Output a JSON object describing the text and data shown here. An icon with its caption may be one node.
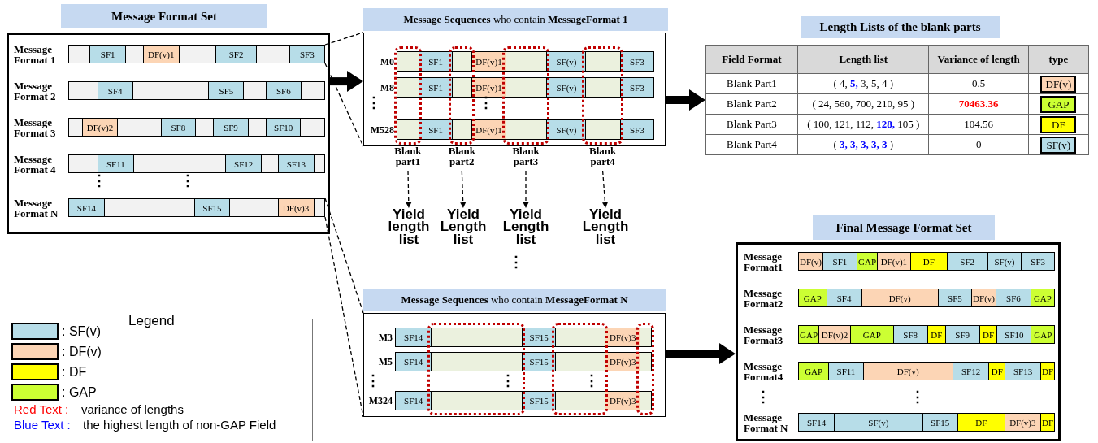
{
  "diagram": {
    "nodes": [
      {
        "text": [
          "Message Format Set"
        ]
      },
      {
        "text": [],
        "shape": "bar",
        "in": 0,
        "beside": [
          "Message Format 1"
        ]
      },
      {
        "text": [],
        "shape": "box",
        "in": 1
      },
      {
        "text": [
          "SF1"
        ],
        "in": 1
      },
      {
        "text": [],
        "shape": "box",
        "in": 1
      },
      {
        "text": [
          "DF(v)1"
        ],
        "in": 1
      },
      {
        "text": [],
        "shape": "box",
        "in": 1
      },
      {
        "text": [
          "SF2"
        ],
        "in": 1
      },
      {
        "text": [],
        "shape": "box",
        "in": 1
      },
      {
        "text": [
          "SF3"
        ],
        "in": 1
      },
      {
        "text": [],
        "shape": "bar",
        "in": 0,
        "beside": [
          "Message Format 2"
        ]
      },
      {
        "text": [],
        "shape": "box",
        "in": 10
      },
      {
        "text": [
          "SF4"
        ],
        "in": 10
      },
      {
        "text": [],
        "shape": "box",
        "in": 10
      },
      {
        "text": [
          "SF5"
        ],
        "in": 10
      },
      {
        "text": [],
        "shape": "box",
        "in": 10
      },
      {
        "text": [
          "SF6"
        ],
        "in": 10
      },
      {
        "text": [],
        "shape": "box",
        "in": 10
      },
      {
        "text": [],
        "shape": "bar",
        "in": 0,
        "beside": [
          "Message Format 3"
        ]
      },
      {
        "text": [],
        "shape": "box",
        "in": 18
      },
      {
        "text": [
          "DF(v)2"
        ],
        "in": 18
      },
      {
        "text": [],
        "shape": "box",
        "in": 18
      },
      {
        "text": [
          "SF8"
        ],
        "in": 18
      },
      {
        "text": [],
        "shape": "box",
        "in": 18
      },
      {
        "text": [
          "SF9"
        ],
        "in": 18
      },
      {
        "text": [],
        "shape": "box",
        "in": 18
      },
      {
        "text": [
          "SF10"
        ],
        "in": 18
      },
      {
        "text": [],
        "shape": "box",
        "in": 18
      },
      {
        "text": [],
        "shape": "bar",
        "in": 0,
        "beside": [
          "Message Format 4"
        ]
      },
      {
        "text": [],
        "shape": "box",
        "in": 28
      },
      {
        "text": [
          "SF11"
        ],
        "in": 28
      },
      {
        "text": [],
        "shape": "box",
        "in": 28
      },
      {
        "text": [
          "SF12"
        ],
        "in": 28
      },
      {
        "text": [],
        "shape": "box",
        "in": 28
      },
      {
        "text": [
          "SF13"
        ],
        "in": 28
      },
      {
        "text": [],
        "shape": "box",
        "in": 28
      },
      {
        "text": [],
        "shape": "bar",
        "in": 0,
        "beside": [
          "Message Format N"
        ]
      },
      {
        "text": [
          "SF14"
        ],
        "in": 36
      },
      {
        "text": [],
        "shape": "box",
        "in": 36
      },
      {
        "text": [
          "SF15"
        ],
        "in": 36
      },
      {
        "text": [],
        "shape": "box",
        "in": 36
      },
      {
        "text": [
          "DF(v)3"
        ],
        "in": 36
      },
      {
        "text": [],
        "shape": "box",
        "in": 36
      },
      {
        "text": [
          "**Message Sequences** who contain **MessageFormat 1**"
        ]
      },
      {
        "text": [],
        "shape": "bar",
        "in": 43,
        "beside": [
          "M0"
        ]
      },
      {
        "text": [],
        "shape": "box"
      },
      {
        "text": [
          "SF1"
        ],
        "in": 44
      },
      {
        "text": [],
        "shape": "box"
      },
      {
        "text": [
          "DF(v)1"
        ],
        "in": 44
      },
      {
        "text": [],
        "shape": "box"
      },
      {
        "text": [
          "SF(v)"
        ],
        "in": 44
      },
      {
        "text": [],
        "shape": "box"
      },
      {
        "text": [
          "SF3"
        ],
        "in": 44
      },
      {
        "text": [],
        "shape": "bar",
        "in": 43,
        "beside": [
          "M8"
        ]
      },
      {
        "text": [],
        "shape": "box"
      },
      {
        "text": [
          "SF1"
        ],
        "in": 53
      },
      {
        "text": [],
        "shape": "box"
      },
      {
        "text": [
          "DF(v)1"
        ],
        "in": 53
      },
      {
        "text": [],
        "shape": "box"
      },
      {
        "text": [
          "SF(v)"
        ],
        "in": 53
      },
      {
        "text": [],
        "shape": "box"
      },
      {
        "text": [
          "SF3"
        ],
        "in": 53
      },
      {
        "text": [],
        "shape": "bar",
        "in": 43,
        "beside": [
          "M528"
        ]
      },
      {
        "text": [],
        "shape": "box"
      },
      {
        "text": [
          "SF1"
        ],
        "in": 62
      },
      {
        "text": [],
        "shape": "box"
      },
      {
        "text": [
          "DF(v)1"
        ],
        "in": 62
      },
      {
        "text": [],
        "shape": "box"
      },
      {
        "text": [
          "SF(v)"
        ],
        "in": 62
      },
      {
        "text": [],
        "shape": "box"
      },
      {
        "text": [
          "SF3"
        ],
        "in": 62
      },
      {
        "text": [],
        "shape": "box",
        "in": 43,
        "beside": [
          "Blank part1"
        ]
      },
      {
        "text": [],
        "shape": "box",
        "in": 43,
        "beside": [
          "Blank part2"
        ]
      },
      {
        "text": [],
        "shape": "box",
        "in": 43,
        "beside": [
          "Blank part3"
        ]
      },
      {
        "text": [],
        "shape": "box",
        "in": 43,
        "beside": [
          "Blank part4"
        ]
      },
      {
        "text": [
          "Yield length list"
        ]
      },
      {
        "text": [
          "Yield Length list"
        ]
      },
      {
        "text": [
          "Yield Length list"
        ]
      },
      {
        "text": [
          "Yield Length list"
        ]
      },
      {
        "text": [
          "Length Lists of the blank parts"
        ]
      },
      {
        "text": [
          "DF(v)"
        ],
        "in": 79
      },
      {
        "text": [
          "GAP"
        ],
        "in": 79
      },
      {
        "text": [
          "DF"
        ],
        "in": 79
      },
      {
        "text": [
          "SF(v)"
        ],
        "in": 79
      },
      {
        "text": [
          "**Message Sequences** who contain **MessageFormat N**"
        ]
      },
      {
        "text": [],
        "shape": "bar",
        "in": 84,
        "beside": [
          "M3"
        ]
      },
      {
        "text": [
          "SF14"
        ],
        "in": 85
      },
      {
        "text": [],
        "shape": "box"
      },
      {
        "text": [
          "SF15"
        ],
        "in": 85
      },
      {
        "text": [],
        "shape": "box"
      },
      {
        "text": [
          "DF(v)3"
        ],
        "in": 85
      },
      {
        "text": [],
        "shape": "box"
      },
      {
        "text": [],
        "shape": "bar",
        "in": 84,
        "beside": [
          "M5"
        ]
      },
      {
        "text": [
          "SF14"
        ],
        "in": 92
      },
      {
        "text": [],
        "shape": "box"
      },
      {
        "text": [
          "SF15"
        ],
        "in": 92
      },
      {
        "text": [],
        "shape": "box"
      },
      {
        "text": [
          "DF(v)3"
        ],
        "in": 92
      },
      {
        "text": [],
        "shape": "box"
      },
      {
        "text": [],
        "shape": "bar",
        "in": 84,
        "beside": [
          "M324"
        ]
      },
      {
        "text": [
          "SF14"
        ],
        "in": 99
      },
      {
        "text": [],
        "shape": "box"
      },
      {
        "text": [
          "SF15"
        ],
        "in": 99
      },
      {
        "text": [],
        "shape": "box"
      },
      {
        "text": [
          "DF(v)3"
        ],
        "in": 99
      },
      {
        "text": [],
        "shape": "box"
      },
      {
        "text": [],
        "shape": "box",
        "in": 84
      },
      {
        "text": [],
        "shape": "box",
        "in": 84
      },
      {
        "text": [],
        "shape": "box",
        "in": 84
      },
      {
        "text": [
          "Final Message Format Set"
        ]
      },
      {
        "text": [],
        "shape": "bar",
        "in": 109,
        "beside": [
          "Message Format1"
        ]
      },
      {
        "text": [
          "DF(v)"
        ],
        "in": 110
      },
      {
        "text": [
          "SF1"
        ],
        "in": 110
      },
      {
        "text": [
          "GAP"
        ],
        "in": 110
      },
      {
        "text": [
          "DF(v)1"
        ],
        "in": 110
      },
      {
        "text": [
          "DF"
        ],
        "in": 110
      },
      {
        "text": [
          "SF2"
        ],
        "in": 110
      },
      {
        "text": [
          "SF(v)"
        ],
        "in": 110
      },
      {
        "text": [
          "SF3"
        ],
        "in": 110
      },
      {
        "text": [],
        "shape": "bar",
        "in": 109,
        "beside": [
          "Message Format2"
        ]
      },
      {
        "text": [
          "GAP"
        ],
        "in": 119
      },
      {
        "text": [
          "SF4"
        ],
        "in": 119
      },
      {
        "text": [
          "DF(v)"
        ],
        "in": 119
      },
      {
        "text": [
          "SF5"
        ],
        "in": 119
      },
      {
        "text": [
          "DF(v)"
        ],
        "in": 119
      },
      {
        "text": [
          "SF6"
        ],
        "in": 119
      },
      {
        "text": [
          "GAP"
        ],
        "in": 119
      },
      {
        "text": [],
        "shape": "bar",
        "in": 109,
        "beside": [
          "Message Format3"
        ]
      },
      {
        "text": [
          "GAP"
        ],
        "in": 127
      },
      {
        "text": [
          "DF(v)2"
        ],
        "in": 127
      },
      {
        "text": [
          "GAP"
        ],
        "in": 127
      },
      {
        "text": [
          "SF8"
        ],
        "in": 127
      },
      {
        "text": [
          "DF"
        ],
        "in": 127
      },
      {
        "text": [
          "SF9"
        ],
        "in": 127
      },
      {
        "text": [
          "DF"
        ],
        "in": 127
      },
      {
        "text": [
          "SF10"
        ],
        "in": 127
      },
      {
        "text": [
          "GAP"
        ],
        "in": 127
      },
      {
        "text": [],
        "shape": "bar",
        "in": 109,
        "beside": [
          "Message Format4"
        ]
      },
      {
        "text": [
          "GAP"
        ],
        "in": 137
      },
      {
        "text": [
          "SF11"
        ],
        "in": 137
      },
      {
        "text": [
          "DF(v)"
        ],
        "in": 137
      },
      {
        "text": [
          "SF12"
        ],
        "in": 137
      },
      {
        "text": [
          "DF"
        ],
        "in": 137
      },
      {
        "text": [
          "SF13"
        ],
        "in": 137
      },
      {
        "text": [
          "DF"
        ],
        "in": 137
      },
      {
        "text": [],
        "shape": "bar",
        "in": 109,
        "beside": [
          "Message Format N"
        ]
      },
      {
        "text": [
          "SF14"
        ],
        "in": 145
      },
      {
        "text": [
          "SF(v)"
        ],
        "in": 145
      },
      {
        "text": [
          "SF15"
        ],
        "in": 145
      },
      {
        "text": [
          "DF"
        ],
        "in": 145
      },
      {
        "text": [
          "DF(v)3"
        ],
        "in": 145
      },
      {
        "text": [
          "DF"
        ],
        "in": 145
      }
    ],
    "edges": [
      {
        "from": 0,
        "to": 43,
        "arrow": "to",
        "style": "thick"
      },
      {
        "from": 1,
        "to": 43,
        "arrow": "none",
        "style": "dashed"
      },
      {
        "from": 1,
        "to": 43,
        "arrow": "none",
        "style": "dashed"
      },
      {
        "from": 36,
        "to": 84,
        "arrow": "none",
        "style": "dashed"
      },
      {
        "from": 36,
        "to": 84,
        "arrow": "none",
        "style": "dashed"
      },
      {
        "from": 71,
        "to": 75,
        "arrow": "to",
        "style": "dashed"
      },
      {
        "from": 72,
        "to": 76,
        "arrow": "to",
        "style": "dashed"
      },
      {
        "from": 73,
        "to": 77,
        "arrow": "to",
        "style": "dashed"
      },
      {
        "from": 74,
        "to": 78,
        "arrow": "to",
        "style": "dashed"
      },
      {
        "from": 43,
        "to": 79,
        "arrow": "to",
        "style": "thick"
      },
      {
        "from": 84,
        "to": 109,
        "arrow": "to",
        "style": "thick"
      }
    ],
    "labels": [
      "⋮",
      "⋮",
      "⋮",
      "⋮",
      "⋮",
      "Field Format",
      "Length list",
      "Variance of length",
      "type",
      "Blank Part1",
      "( 4, **5,** 3, 5, 4 )",
      "0.5",
      "Blank Part2",
      "( 24, 560, 700, 210, 95 )",
      "**70463.36**",
      "Blank Part3",
      "( 100, 121, 112, **128,** 105 )",
      "104.56",
      "Blank Part4",
      "( **3, 3, 3, 3, 3** )",
      "0",
      "Legend",
      "Red Text :",
      "variance of lengths",
      "Blue Text :",
      "the highest length of non-GAP Field",
      "⋮",
      "⋮",
      "⋮",
      "⋮",
      "⋮"
    ],
    "legend": [
      {
        "text": ": SF(v)",
        "color": "#b7dde8"
      },
      {
        "text": ": DF(v)",
        "color": "#fcd5b5"
      },
      {
        "text": ": DF",
        "color": "#ffff00"
      },
      {
        "text": ": GAP",
        "color": "#ccff33"
      }
    ]
  }
}
